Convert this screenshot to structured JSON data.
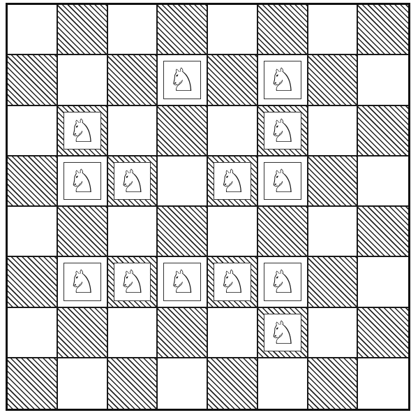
{
  "board": {
    "rows": 8,
    "cols": 8,
    "dark_parity": 1,
    "colors": {
      "light": "#ffffff",
      "hatch": "#222222",
      "line": "#1a1a1a"
    },
    "piece_icon": "knight-icon",
    "piece_glyph": "♘",
    "knights": [
      {
        "row": 2,
        "col": 4
      },
      {
        "row": 2,
        "col": 6
      },
      {
        "row": 3,
        "col": 2
      },
      {
        "row": 3,
        "col": 6
      },
      {
        "row": 4,
        "col": 2
      },
      {
        "row": 4,
        "col": 3
      },
      {
        "row": 4,
        "col": 5
      },
      {
        "row": 4,
        "col": 6
      },
      {
        "row": 6,
        "col": 2
      },
      {
        "row": 6,
        "col": 3
      },
      {
        "row": 6,
        "col": 4
      },
      {
        "row": 6,
        "col": 5
      },
      {
        "row": 6,
        "col": 6
      },
      {
        "row": 7,
        "col": 6
      }
    ]
  }
}
